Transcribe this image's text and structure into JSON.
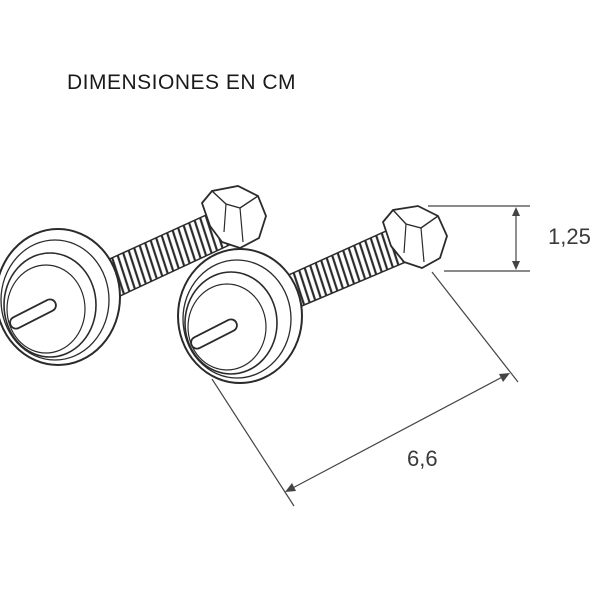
{
  "title": "DIMENSIONES EN CM",
  "dimensions": {
    "height_label": "1,25",
    "length_label": "6,6"
  },
  "colors": {
    "line": "#2b2b2b",
    "dimension_line": "#444444",
    "background": "#ffffff"
  }
}
